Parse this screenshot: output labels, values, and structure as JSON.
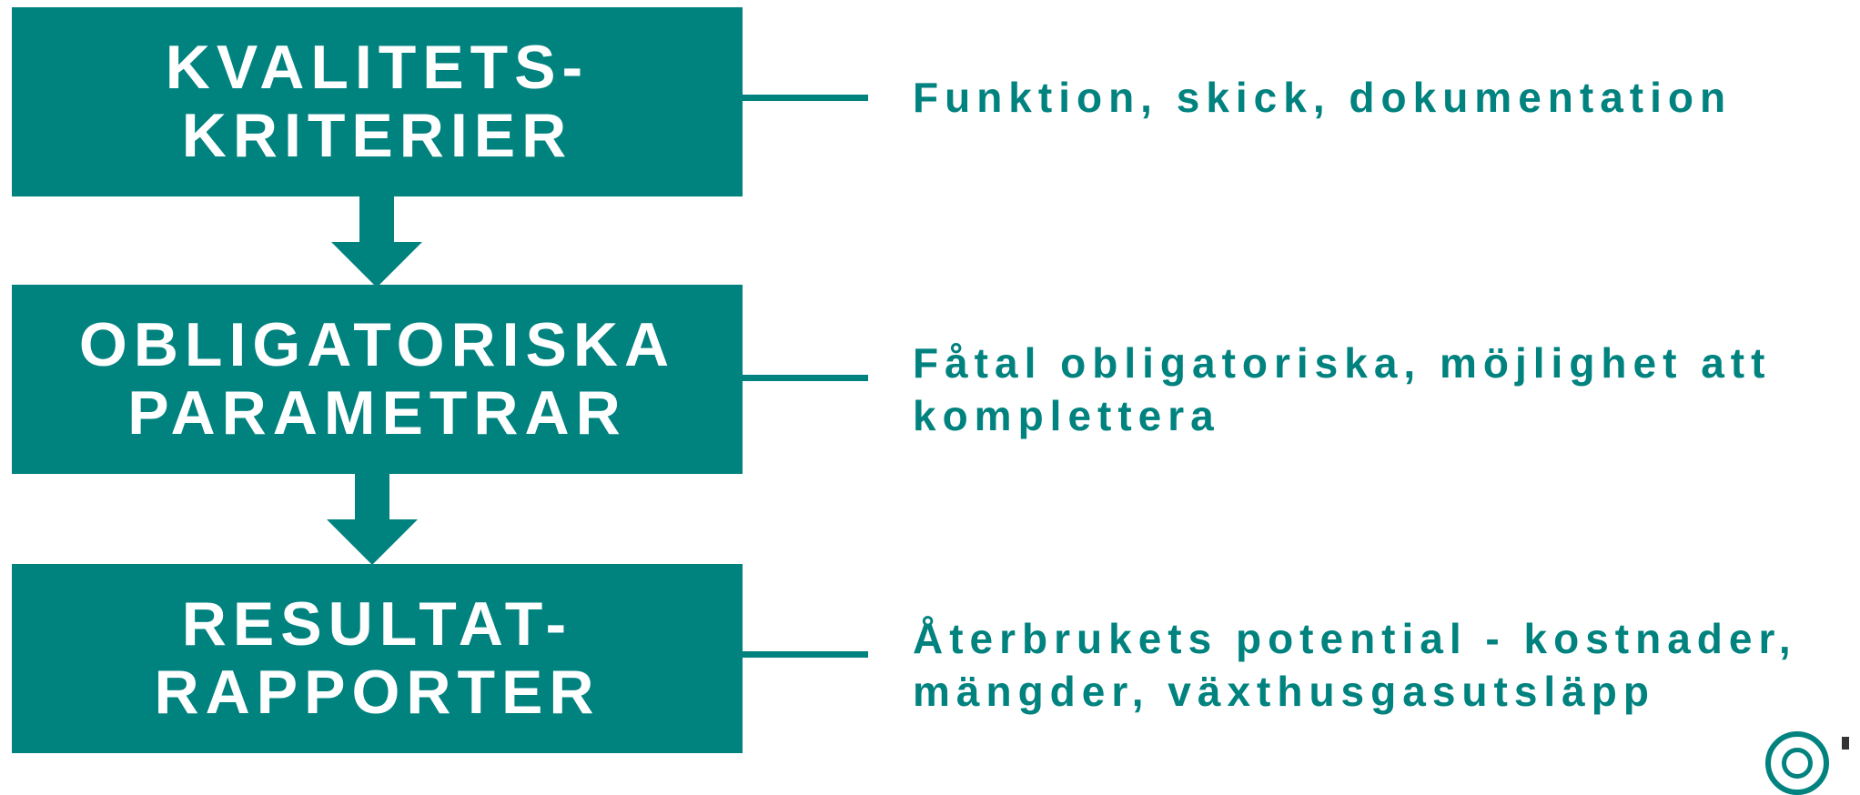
{
  "colors": {
    "teal": "#00827f"
  },
  "steps": [
    {
      "title_lines": [
        "KVALITETS-",
        "KRITERIER"
      ]
    },
    {
      "title_lines": [
        "OBLIGATORISKA",
        "PARAMETRAR"
      ]
    },
    {
      "title_lines": [
        "RESULTAT-",
        "RAPPORTER"
      ]
    }
  ],
  "descriptions": [
    {
      "lines": [
        "Funktion, skick, dokumentation"
      ]
    },
    {
      "lines": [
        "Fåtal obligatoriska, möjlighet att",
        "komplettera"
      ]
    },
    {
      "lines": [
        "Återbrukets potential - kostnader,",
        "mängder, växthusgasutsläpp"
      ]
    }
  ],
  "icons": {
    "logo": "partial-circular-logo-icon"
  }
}
